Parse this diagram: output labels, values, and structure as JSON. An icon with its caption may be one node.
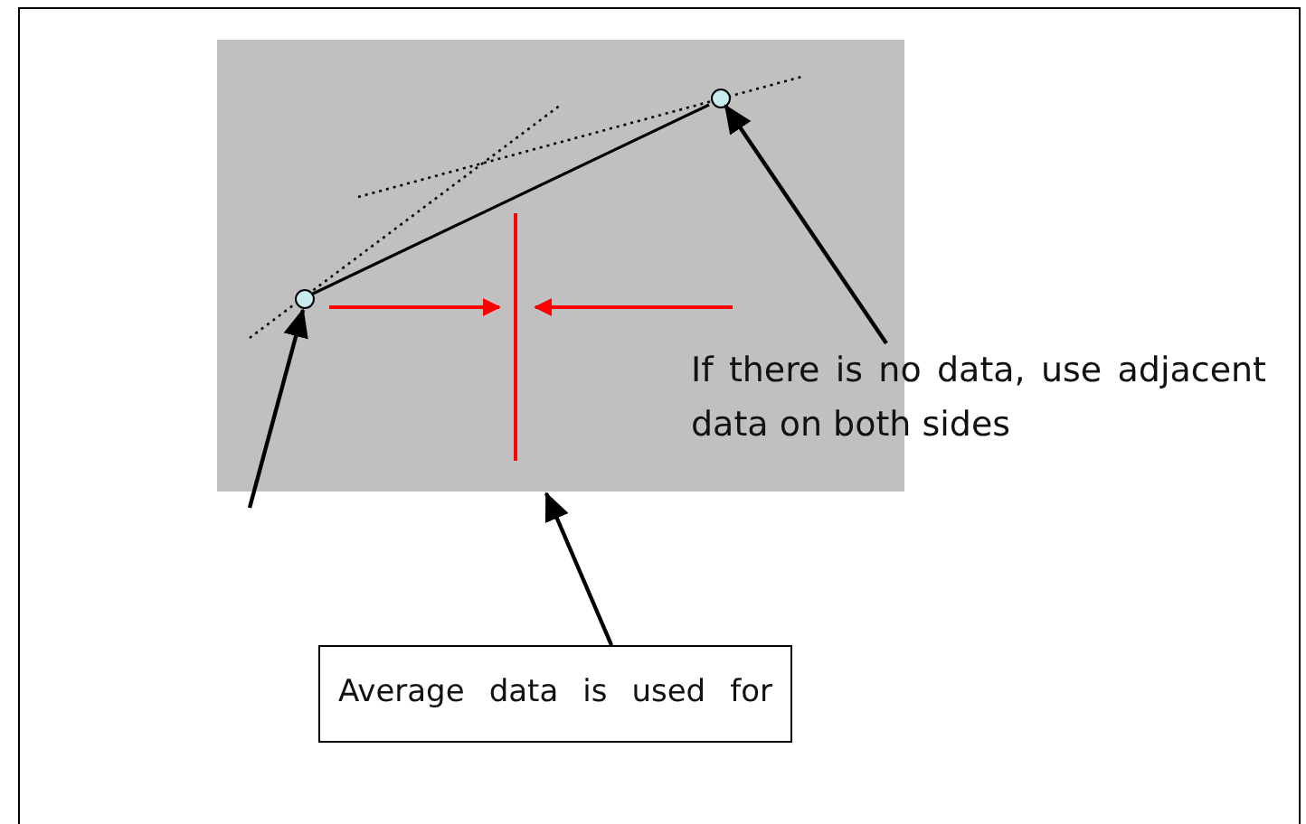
{
  "diagram": {
    "nodes": [
      {
        "text": [],
        "shape": "box"
      },
      {
        "text": [],
        "shape": "circle",
        "in": 0
      },
      {
        "text": [],
        "shape": "circle",
        "in": 0
      },
      {
        "text": [
          "If there is no data, use adjacent data on both sides"
        ]
      },
      {
        "text": [
          "Average data is used for"
        ]
      }
    ],
    "edges": [
      {
        "from": 3,
        "to": 2,
        "arrow": "to"
      },
      {
        "from": 4,
        "to": 0,
        "arrow": "to"
      },
      {
        "from": null,
        "to": 1,
        "arrow": "to"
      }
    ]
  }
}
